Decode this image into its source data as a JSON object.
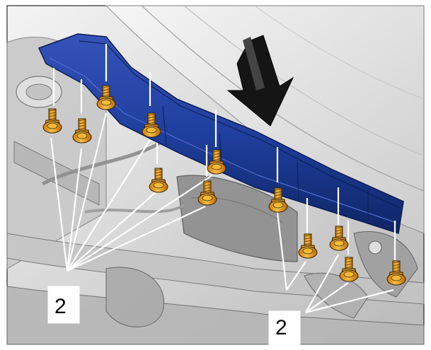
{
  "colors": {
    "background": "#ffffff",
    "frame": "#000000",
    "body_shading": "#d9d9d9",
    "panel_blue": "#1f3f9e",
    "panel_blue_dark": "#0f2566",
    "bolt_orange": "#f2a51a",
    "bolt_outline": "#3a2400",
    "arrow": "#151515",
    "line": "#ffffff"
  },
  "callouts": [
    {
      "id": "left",
      "text": "2"
    },
    {
      "id": "right",
      "text": "2"
    }
  ],
  "icons": {
    "arrow": "down-right-direction-arrow-icon",
    "bolt": "hex-flange-bolt-icon"
  }
}
